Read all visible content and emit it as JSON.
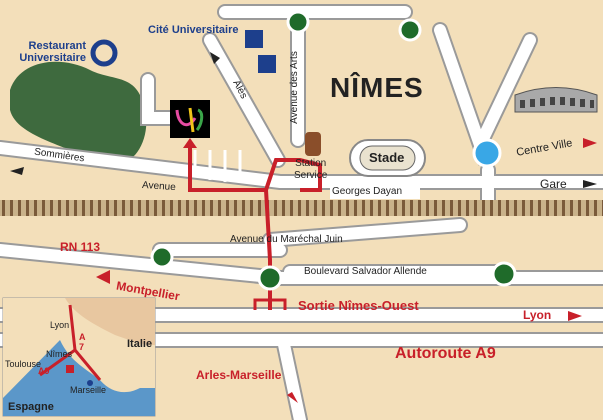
{
  "city": "NÎMES",
  "pois": {
    "restaurant": "Restaurant\nUniversitaire",
    "cite": "Cité Universitaire",
    "stade": "Stade",
    "station": "Station\nService"
  },
  "roads": {
    "ales": "Alès",
    "avenue_des_arts": "Avenue des Arts",
    "sommieres": "Sommières",
    "avenue": "Avenue",
    "georges_dayan": "Georges Dayan",
    "marechal_juin": "Avenue du Maréchal Juin",
    "salvador_allende": "Boulevard Salvador Allende",
    "rn113": "RN 113"
  },
  "directions": {
    "centre_ville": "Centre Ville",
    "gare": "Gare",
    "montpellier": "Montpellier",
    "lyon": "Lyon",
    "arles_marseille": "Arles-Marseille"
  },
  "exit": "Sortie Nîmes-Ouest",
  "autoroute": "Autoroute A9",
  "inset": {
    "lyon": "Lyon",
    "nimes": "Nîmes",
    "italie": "Italie",
    "toulouse": "Toulouse",
    "a9": "A9",
    "a7": "A\n7",
    "marseille": "Marseille",
    "espagne": "Espagne"
  },
  "colors": {
    "background": "#f3dfba",
    "road": "#ffffff",
    "route": "#c8202a",
    "roundabout": "#1f6b2a",
    "blue": "#1d3f8c",
    "sea": "#5b97c9",
    "park": "#3e6a3e"
  }
}
